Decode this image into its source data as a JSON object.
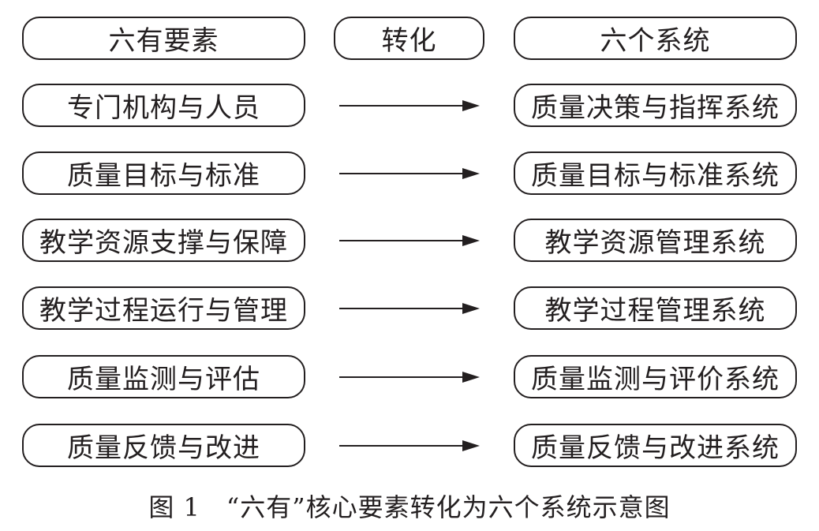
{
  "header": {
    "left": "六有要素",
    "middle": "转化",
    "right": "六个系统"
  },
  "rows": [
    {
      "element": "专门机构与人员",
      "system": "质量决策与指挥系统"
    },
    {
      "element": "质量目标与标准",
      "system": "质量目标与标准系统"
    },
    {
      "element": "教学资源支撑与保障",
      "system": "教学资源管理系统"
    },
    {
      "element": "教学过程运行与管理",
      "system": "教学过程管理系统"
    },
    {
      "element": "质量监测与评估",
      "system": "质量监测与评价系统"
    },
    {
      "element": "质量反馈与改进",
      "system": "质量反馈与改进系统"
    }
  ],
  "caption": "图 1　“六有”核心要素转化为六个系统示意图",
  "colors": {
    "stroke": "#231f20",
    "background": "#ffffff"
  }
}
